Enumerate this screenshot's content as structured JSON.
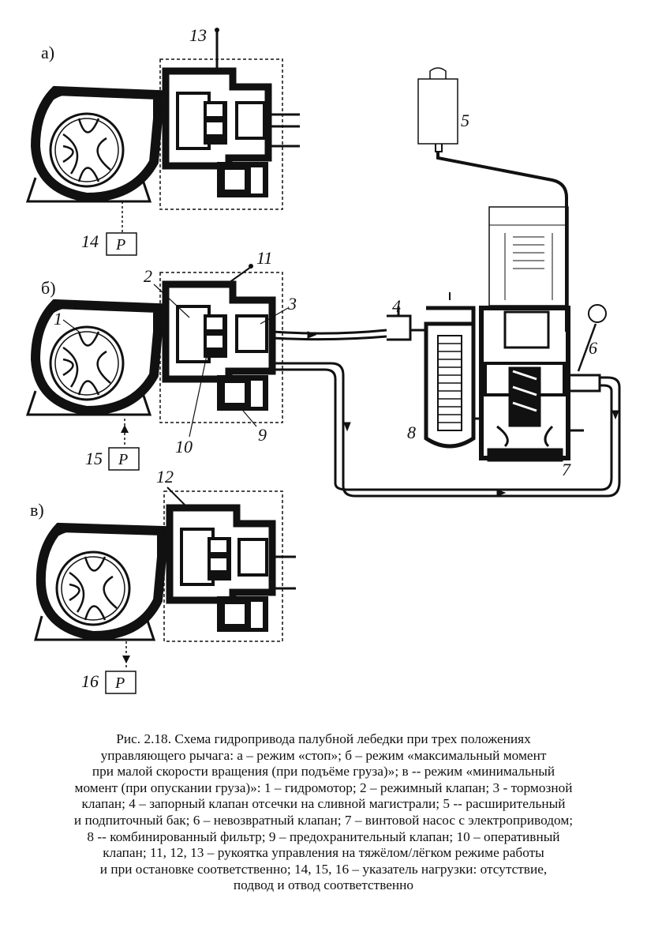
{
  "diagram": {
    "panel_labels": {
      "a": "а)",
      "b": "б)",
      "c": "в)"
    },
    "numbers": {
      "n1": "1",
      "n2": "2",
      "n3": "3",
      "n4": "4",
      "n5": "5",
      "n6": "6",
      "n7": "7",
      "n8": "8",
      "n9": "9",
      "n10": "10",
      "n11": "11",
      "n12": "12",
      "n13": "13",
      "n14": "14",
      "n15": "15",
      "n16": "16"
    },
    "load_indicator_letter": "P"
  },
  "caption": {
    "lines": [
      "Рис. 2.18. Схема гидропривода палубной лебедки при трех положениях",
      "управляющего рычага: а – режим «стоп»; б – режим «максимальный момент",
      "при малой скорости вращения (при подъёме груза)»; в -- режим «минимальный",
      "момент (при опускании груза)»: 1 – гидромотор; 2 – режимный клапан; 3 - тормозной",
      "клапан; 4 – запорный клапан отсечки на сливной магистрали; 5 -- расширительный",
      "и подпиточный бак; 6 – невозвратный клапан; 7 – винтовой насос с электроприводом;",
      "8 -- комбинированный фильтр; 9 – предохранительный клапан; 10 – оперативный",
      "клапан; 11, 12, 13 – рукоятка управления на тяжёлом/лёгком режиме работы",
      "и при остановке соответственно; 14, 15, 16 – указатель нагрузки: отсутствие,",
      "подвод и отвод соответственно"
    ]
  }
}
